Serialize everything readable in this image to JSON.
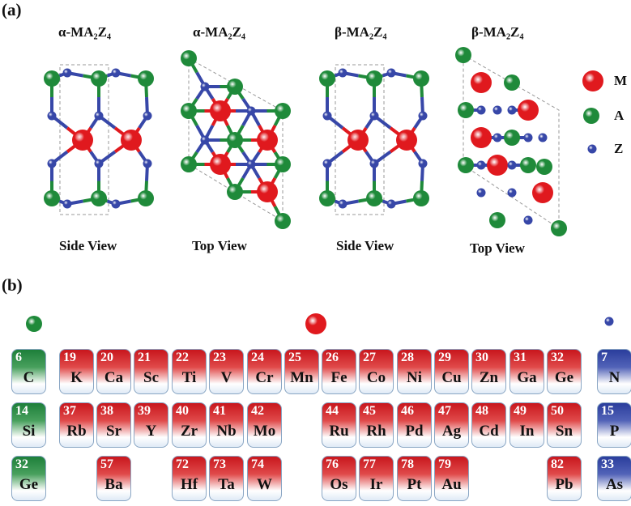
{
  "panel_a": {
    "label": "(a)",
    "structures": [
      {
        "title": "α-MA₂Z₄",
        "view": "Side View"
      },
      {
        "title": "α-MA₂Z₄",
        "view": "Top View"
      },
      {
        "title": "β-MA₂Z₄",
        "view": "Side View"
      },
      {
        "title": "β-MA₂Z₄",
        "view": "Top View"
      }
    ],
    "legend": [
      {
        "label": "M",
        "color": "#e0191e"
      },
      {
        "label": "A",
        "color": "#1f8a3a"
      },
      {
        "label": "Z",
        "color": "#3747a8"
      }
    ]
  },
  "panel_b": {
    "label": "(b)",
    "rows": [
      [
        {
          "n": "6",
          "s": "C",
          "t": "g",
          "c": 0
        },
        {
          "n": "19",
          "s": "K",
          "t": "r",
          "c": 1
        },
        {
          "n": "20",
          "s": "Ca",
          "t": "r",
          "c": 2
        },
        {
          "n": "21",
          "s": "Sc",
          "t": "r",
          "c": 3
        },
        {
          "n": "22",
          "s": "Ti",
          "t": "r",
          "c": 4
        },
        {
          "n": "23",
          "s": "V",
          "t": "r",
          "c": 5
        },
        {
          "n": "24",
          "s": "Cr",
          "t": "r",
          "c": 6
        },
        {
          "n": "25",
          "s": "Mn",
          "t": "r",
          "c": 7
        },
        {
          "n": "26",
          "s": "Fe",
          "t": "r",
          "c": 8
        },
        {
          "n": "27",
          "s": "Co",
          "t": "r",
          "c": 9
        },
        {
          "n": "28",
          "s": "Ni",
          "t": "r",
          "c": 10
        },
        {
          "n": "29",
          "s": "Cu",
          "t": "r",
          "c": 11
        },
        {
          "n": "30",
          "s": "Zn",
          "t": "r",
          "c": 12
        },
        {
          "n": "31",
          "s": "Ga",
          "t": "r",
          "c": 13
        },
        {
          "n": "32",
          "s": "Ge",
          "t": "r",
          "c": 14
        },
        {
          "n": "7",
          "s": "N",
          "t": "b",
          "c": 15
        }
      ],
      [
        {
          "n": "14",
          "s": "Si",
          "t": "g",
          "c": 0
        },
        {
          "n": "37",
          "s": "Rb",
          "t": "r",
          "c": 1
        },
        {
          "n": "38",
          "s": "Sr",
          "t": "r",
          "c": 2
        },
        {
          "n": "39",
          "s": "Y",
          "t": "r",
          "c": 3
        },
        {
          "n": "40",
          "s": "Zr",
          "t": "r",
          "c": 4
        },
        {
          "n": "41",
          "s": "Nb",
          "t": "r",
          "c": 5
        },
        {
          "n": "42",
          "s": "Mo",
          "t": "r",
          "c": 6
        },
        {
          "n": "44",
          "s": "Ru",
          "t": "r",
          "c": 8
        },
        {
          "n": "45",
          "s": "Rh",
          "t": "r",
          "c": 9
        },
        {
          "n": "46",
          "s": "Pd",
          "t": "r",
          "c": 10
        },
        {
          "n": "47",
          "s": "Ag",
          "t": "r",
          "c": 11
        },
        {
          "n": "48",
          "s": "Cd",
          "t": "r",
          "c": 12
        },
        {
          "n": "49",
          "s": "In",
          "t": "r",
          "c": 13
        },
        {
          "n": "50",
          "s": "Sn",
          "t": "r",
          "c": 14
        },
        {
          "n": "15",
          "s": "P",
          "t": "b",
          "c": 15
        }
      ],
      [
        {
          "n": "32",
          "s": "Ge",
          "t": "g",
          "c": 0
        },
        {
          "n": "57",
          "s": "Ba",
          "t": "r",
          "c": 2
        },
        {
          "n": "72",
          "s": "Hf",
          "t": "r",
          "c": 4
        },
        {
          "n": "73",
          "s": "Ta",
          "t": "r",
          "c": 5
        },
        {
          "n": "74",
          "s": "W",
          "t": "r",
          "c": 6
        },
        {
          "n": "76",
          "s": "Os",
          "t": "r",
          "c": 8
        },
        {
          "n": "77",
          "s": "Ir",
          "t": "r",
          "c": 9
        },
        {
          "n": "78",
          "s": "Pt",
          "t": "r",
          "c": 10
        },
        {
          "n": "79",
          "s": "Au",
          "t": "r",
          "c": 11
        },
        {
          "n": "82",
          "s": "Pb",
          "t": "r",
          "c": 14
        },
        {
          "n": "33",
          "s": "As",
          "t": "b",
          "c": 15
        }
      ]
    ]
  }
}
